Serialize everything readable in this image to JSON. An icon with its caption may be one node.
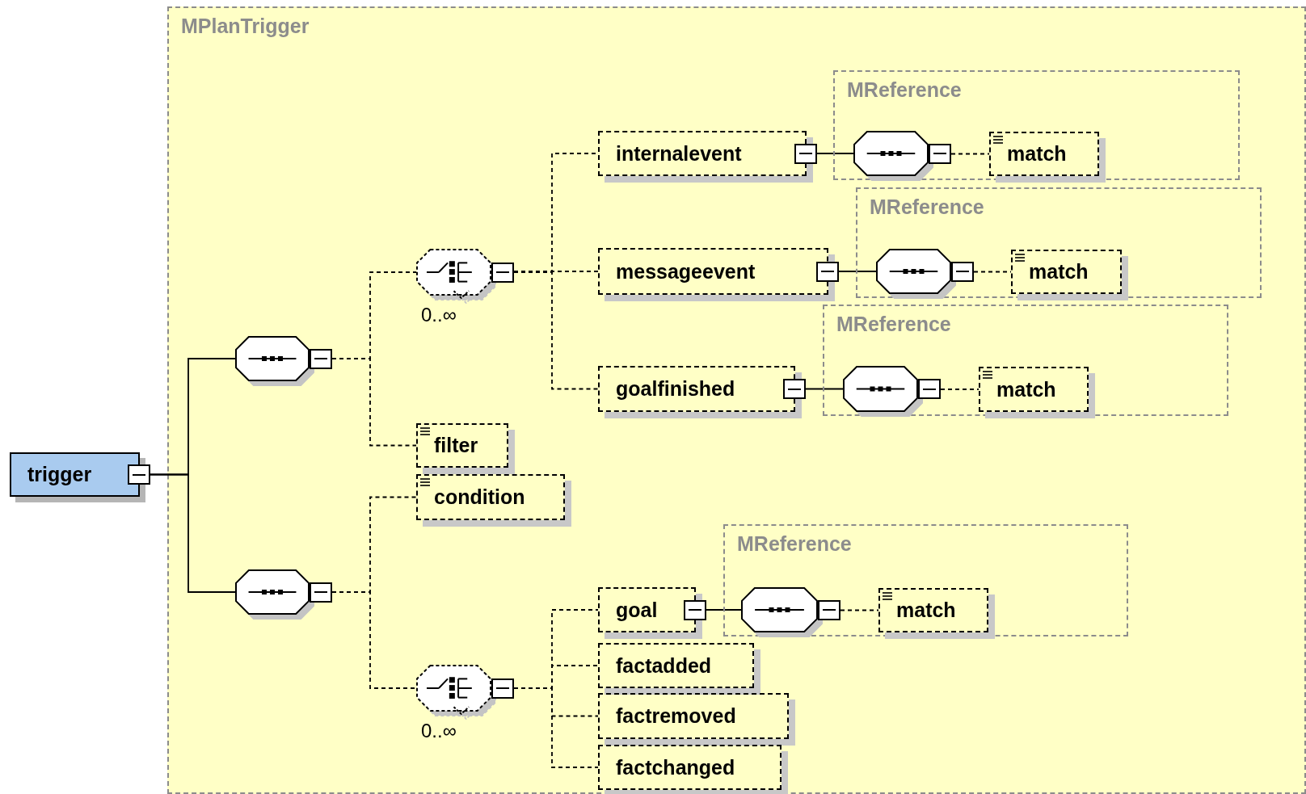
{
  "diagram": {
    "nodes": [
      {
        "text": [
          "MPlanTrigger"
        ]
      },
      {
        "text": [
          "trigger"
        ]
      },
      {
        "text": [],
        "shape": "octagon",
        "in": 0
      },
      {
        "text": [],
        "shape": "octagon",
        "beside": [
          "0..∞"
        ],
        "in": 0
      },
      {
        "text": [
          "internalevent"
        ],
        "in": 0
      },
      {
        "text": [
          "MReference"
        ],
        "in": 0
      },
      {
        "text": [],
        "shape": "octagon",
        "in": 5
      },
      {
        "text": [
          "match"
        ],
        "in": 5
      },
      {
        "text": [
          "messageevent"
        ],
        "in": 0
      },
      {
        "text": [
          "MReference"
        ],
        "in": 0
      },
      {
        "text": [],
        "shape": "octagon",
        "in": 9
      },
      {
        "text": [
          "match"
        ],
        "in": 9
      },
      {
        "text": [
          "goalfinished"
        ],
        "in": 0
      },
      {
        "text": [
          "MReference"
        ],
        "in": 0
      },
      {
        "text": [],
        "shape": "octagon",
        "in": 13
      },
      {
        "text": [
          "match"
        ],
        "in": 13
      },
      {
        "text": [
          "filter"
        ],
        "in": 0
      },
      {
        "text": [
          "condition"
        ],
        "in": 0
      },
      {
        "text": [],
        "shape": "octagon",
        "in": 0
      },
      {
        "text": [],
        "shape": "octagon",
        "beside": [
          "0..∞"
        ],
        "in": 0
      },
      {
        "text": [
          "goal"
        ],
        "in": 0
      },
      {
        "text": [
          "MReference"
        ],
        "in": 0
      },
      {
        "text": [],
        "shape": "octagon",
        "in": 21
      },
      {
        "text": [
          "match"
        ],
        "in": 21
      },
      {
        "text": [
          "factadded"
        ],
        "in": 0
      },
      {
        "text": [
          "factremoved"
        ],
        "in": 0
      },
      {
        "text": [
          "factchanged"
        ],
        "in": 0
      }
    ],
    "edges": [
      {
        "from": 1,
        "to": 2,
        "arrow": "none"
      },
      {
        "from": 1,
        "to": 18,
        "arrow": "none"
      },
      {
        "from": 2,
        "to": 3,
        "arrow": "none",
        "style": "dashed"
      },
      {
        "from": 2,
        "to": 16,
        "arrow": "none",
        "style": "dashed"
      },
      {
        "from": 3,
        "to": 4,
        "arrow": "none",
        "style": "dashed"
      },
      {
        "from": 3,
        "to": 8,
        "arrow": "none",
        "style": "dashed"
      },
      {
        "from": 3,
        "to": 12,
        "arrow": "none",
        "style": "dashed"
      },
      {
        "from": 4,
        "to": 6,
        "arrow": "none"
      },
      {
        "from": 6,
        "to": 7,
        "arrow": "none",
        "style": "dashed"
      },
      {
        "from": 8,
        "to": 10,
        "arrow": "none"
      },
      {
        "from": 10,
        "to": 11,
        "arrow": "none",
        "style": "dashed"
      },
      {
        "from": 12,
        "to": 14,
        "arrow": "none"
      },
      {
        "from": 14,
        "to": 15,
        "arrow": "none",
        "style": "dashed"
      },
      {
        "from": 18,
        "to": 17,
        "arrow": "none",
        "style": "dashed"
      },
      {
        "from": 18,
        "to": 19,
        "arrow": "none",
        "style": "dashed"
      },
      {
        "from": 19,
        "to": 20,
        "arrow": "none",
        "style": "dashed"
      },
      {
        "from": 19,
        "to": 24,
        "arrow": "none",
        "style": "dashed"
      },
      {
        "from": 19,
        "to": 25,
        "arrow": "none",
        "style": "dashed"
      },
      {
        "from": 19,
        "to": 26,
        "arrow": "none",
        "style": "dashed"
      },
      {
        "from": 20,
        "to": 22,
        "arrow": "none"
      },
      {
        "from": 22,
        "to": 23,
        "arrow": "none",
        "style": "dashed"
      }
    ]
  }
}
